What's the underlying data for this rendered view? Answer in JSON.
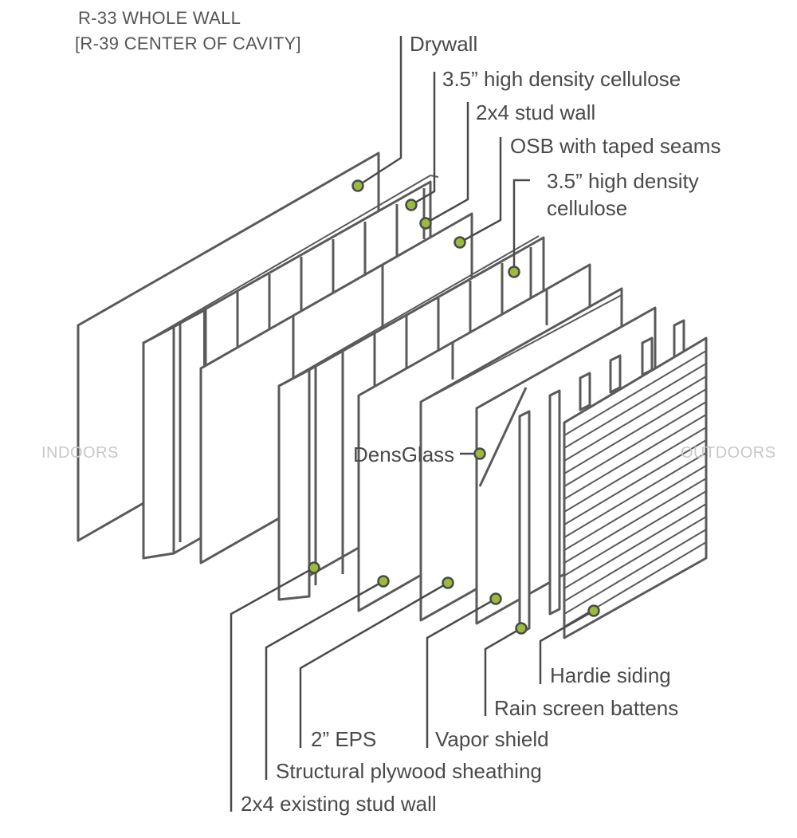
{
  "rating": {
    "line1": "R-33 WHOLE WALL",
    "line2": "[R-39 CENTER OF CAVITY]"
  },
  "sides": {
    "indoors": "INDOORS",
    "outdoors": "OUTDOORS"
  },
  "labels": {
    "drywall": "Drywall",
    "cellulose_inner": "3.5” high density cellulose",
    "stud_wall_new": "2x4 stud wall",
    "osb": "OSB with taped seams",
    "cellulose_outer_line1": "3.5” high density",
    "cellulose_outer_line2": "cellulose",
    "densglass": "DensGlass",
    "hardie": "Hardie siding",
    "battens": "Rain screen battens",
    "vapor": "Vapor shield",
    "eps": "2” EPS",
    "plywood": "Structural plywood sheathing",
    "existing_stud": "2x4 existing stud wall"
  },
  "colors": {
    "line": "#5a5a5a",
    "dot": "#9cbb3c",
    "side_text": "#c8c8c8"
  }
}
